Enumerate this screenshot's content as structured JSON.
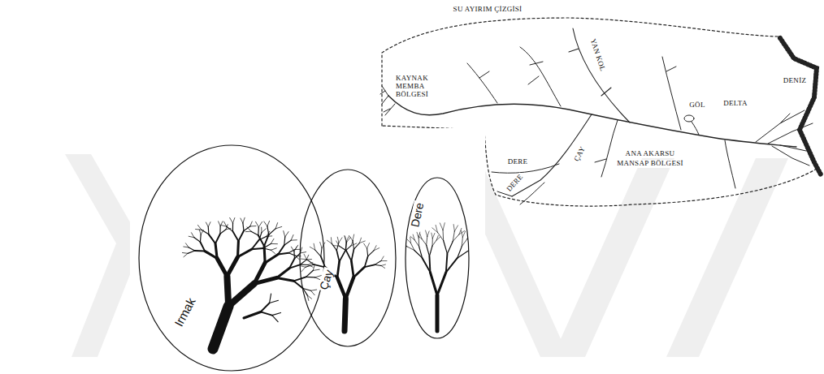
{
  "diagram": {
    "nodes": [
      {
        "text": [
          "Irmak"
        ]
      },
      {
        "text": [
          "Çay"
        ]
      },
      {
        "text": [
          "Dere"
        ]
      }
    ],
    "labels": [
      "SU AYIRIM ÇİZGİSİ",
      "KAYNAK MEMBA BÖLGESİ",
      "YAN KOL",
      "GÖL",
      "DELTA",
      "DENİZ",
      "DERE",
      "ÇAY",
      "DERE",
      "ANA AKARSU",
      "MANSAP BÖLGESİ"
    ]
  }
}
